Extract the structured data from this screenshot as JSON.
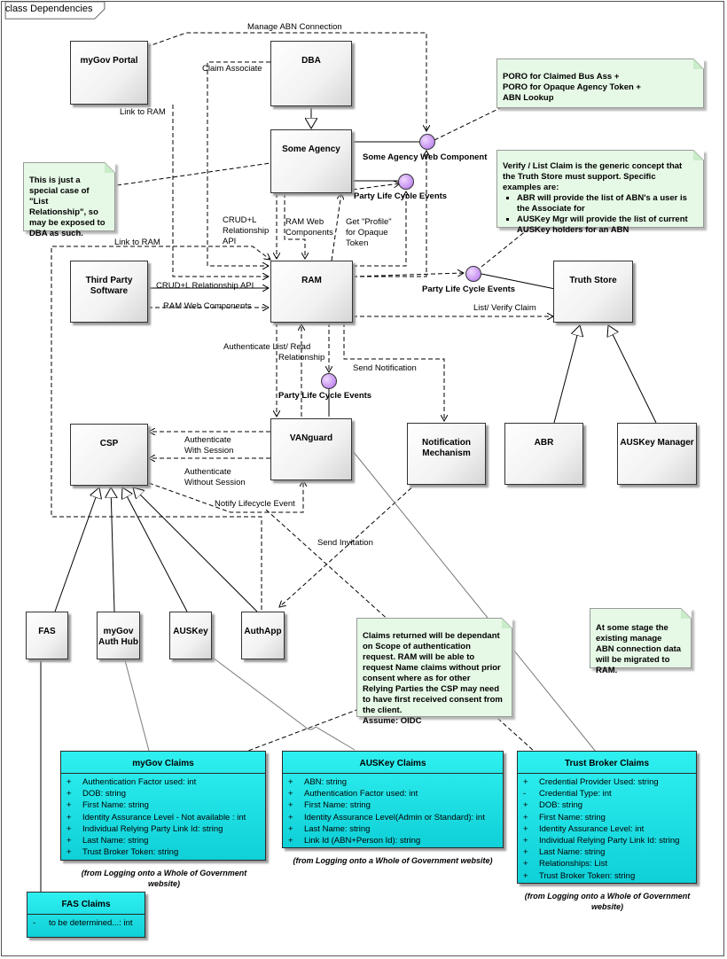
{
  "diagram": {
    "tab_label": "class Dependencies"
  },
  "classes": {
    "mygov_portal": "myGov Portal",
    "dba": "DBA",
    "some_agency": "Some Agency",
    "third_party": "Third Party Software",
    "ram": "RAM",
    "truth_store": "Truth Store",
    "csp": "CSP",
    "vanguard": "VANguard",
    "notification": "Notification Mechanism",
    "abr": "ABR",
    "auskey_manager": "AUSKey Manager",
    "fas": "FAS",
    "mygov_auth_hub": "myGov Auth Hub",
    "auskey": "AUSKey",
    "authapp": "AuthApp"
  },
  "interfaces": {
    "some_agency_web": "Some Agency Web Component",
    "plce_agency": "Party Life Cycle Events",
    "plce_ram": "Party Life Cycle Events",
    "plce_vanguard": "Party Life Cycle Events"
  },
  "labels": {
    "manage_abn": "Manage ABN Connection",
    "claim_associate": "Claim Associate",
    "link_to_ram_1": "Link to RAM",
    "link_to_ram_2": "Link to RAM",
    "crud_l_relationship_api": [
      "CRUD+L",
      "Relationship",
      "API"
    ],
    "ram_web_components_v": [
      "RAM Web",
      "Components"
    ],
    "get_profile": [
      "Get \"Profile\"",
      "for Opaque",
      "Token"
    ],
    "crud_l_relationship_api_h": "CRUD+L Relationship API",
    "ram_web_components_h": "RAM Web Components",
    "list_verify_claim": "List/ Verify Claim",
    "authenticate_list": [
      "Authenticate List/ Read",
      "Relationship"
    ],
    "send_notification": "Send Notification",
    "authenticate_with_session": [
      "Authenticate",
      "With Session"
    ],
    "authenticate_without_session": [
      "Authenticate",
      "Without Session"
    ],
    "notify_lifecycle": "Notify Lifecycle Event",
    "send_invitation": "Send Invitation"
  },
  "notes": {
    "poro": [
      "PORO for Claimed Bus Ass +",
      "PORO for Opaque Agency Token +",
      "ABN Lookup"
    ],
    "special_case": "This is just a special case of \"List Relationship\", so may be exposed to DBA as such.",
    "verify_intro": "Verify / List Claim is the generic concept that the Truth Store must support.  Specific examples are:",
    "verify_items": [
      "ABR will provide the list of ABN's a user is the Associate for",
      "AUSKey Mgr will provide the list of current AUSKey holders for an ABN"
    ],
    "claims_returned": "Claims returned will be dependant on Scope of authentication request.  RAM will be able to request Name claims without prior consent where as for other Relying Parties the CSP may need to have first received consent from the client.",
    "claims_assume": "Assume: OIDC",
    "manage_abn_note": "At some stage the existing manage ABN connection data will be migrated to RAM."
  },
  "claims": {
    "mygov": {
      "title": "myGov Claims",
      "attributes": [
        {
          "vis": "+",
          "text": "Authentication Factor used: int"
        },
        {
          "vis": "+",
          "text": "DOB: string"
        },
        {
          "vis": "+",
          "text": "First Name: string"
        },
        {
          "vis": "+",
          "text": "Identity Assurance Level - Not available : int"
        },
        {
          "vis": "+",
          "text": "Individual Relying Party Link Id: string"
        },
        {
          "vis": "+",
          "text": "Last Name: string"
        },
        {
          "vis": "+",
          "text": "Trust Broker Token: string"
        }
      ],
      "caption": "(from Logging onto a Whole of Government website)"
    },
    "auskey": {
      "title": "AUSKey Claims",
      "attributes": [
        {
          "vis": "+",
          "text": "ABN: string"
        },
        {
          "vis": "+",
          "text": "Authentication Factor used: int"
        },
        {
          "vis": "+",
          "text": "First Name: string"
        },
        {
          "vis": "+",
          "text": "Identity Assurance Level(Admin or Standard): int"
        },
        {
          "vis": "+",
          "text": "Last Name: string"
        },
        {
          "vis": "+",
          "text": "Link Id (ABN+Person Id): string"
        }
      ],
      "caption": "(from Logging onto a Whole of Government website)"
    },
    "trust_broker": {
      "title": "Trust Broker Claims",
      "attributes": [
        {
          "vis": "+",
          "text": "Credential Provider Used: string"
        },
        {
          "vis": "-",
          "text": "Credential Type: int"
        },
        {
          "vis": "+",
          "text": "DOB: string"
        },
        {
          "vis": "+",
          "text": "First Name: string"
        },
        {
          "vis": "+",
          "text": "Identity Assurance Level: int"
        },
        {
          "vis": "+",
          "text": "Individual Relying Party Link Id: string"
        },
        {
          "vis": "+",
          "text": "Last Name: string"
        },
        {
          "vis": "+",
          "text": "Relationships: List"
        },
        {
          "vis": "+",
          "text": "Trust Broker Token: string"
        }
      ],
      "caption": "(from Logging onto a Whole of Government website)"
    },
    "fas": {
      "title": "FAS Claims",
      "attributes": [
        {
          "vis": "-",
          "text": "to be determined...: int"
        }
      ]
    }
  }
}
